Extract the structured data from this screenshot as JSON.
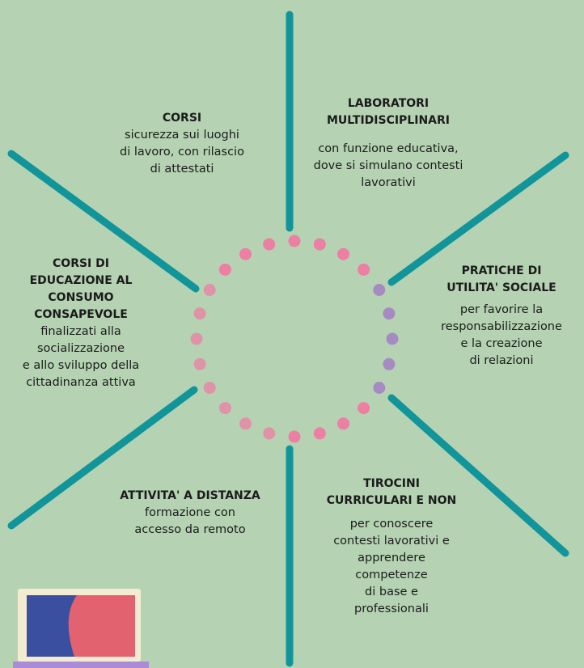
{
  "colors": {
    "background": "#b5d3b3",
    "rays": "#11959a",
    "dots_pink": "#ec7fa2",
    "dots_purple": "#a68bc3",
    "laptop_screen_red": "#e2636f",
    "laptop_screen_blue": "#3b4fa0",
    "laptop_frame": "#f3ecd3",
    "laptop_base": "#a98bd8"
  },
  "decor": {
    "laptop": "laptop-icon"
  },
  "blocks": {
    "corsi": {
      "title": "CORSI",
      "desc": "sicurezza sui luoghi\ndi lavoro, con rilascio\ndi attestati"
    },
    "laboratori": {
      "title": "LABORATORI\nMULTIDISCIPLINARI",
      "desc": "con funzione educativa,\ndove si simulano contesti\nlavorativi"
    },
    "pratiche": {
      "title": "PRATICHE DI\nUTILITA' SOCIALE",
      "desc": "per favorire la\nresponsabilizzazione\ne la creazione\ndi relazioni"
    },
    "educazione": {
      "title": "CORSI DI\nEDUCAZIONE AL\nCONSUMO\nCONSAPEVOLE",
      "desc": "finalizzati alla\nsocializzazione\ne allo sviluppo della\ncittadinanza attiva"
    },
    "distanza": {
      "title": "ATTIVITA' A DISTANZA",
      "desc": "formazione con\naccesso da remoto"
    },
    "tirocini": {
      "title": "TIROCINI\nCURRICULARI E NON",
      "desc": "per conoscere\ncontesti lavorativi e\napprendere\ncompetenze\ndi base e\nprofessionali"
    }
  }
}
